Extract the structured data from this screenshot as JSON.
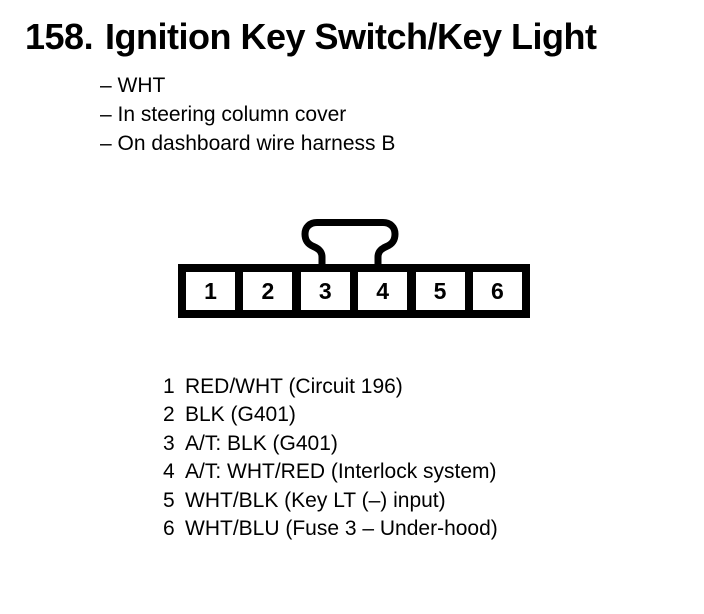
{
  "header": {
    "number": "158.",
    "title": "Ignition Key Switch/Key Light"
  },
  "details": [
    "– WHT",
    "– In steering column cover",
    "– On dashboard wire harness B"
  ],
  "connector": {
    "pins": [
      "1",
      "2",
      "3",
      "4",
      "5",
      "6"
    ]
  },
  "pin_list": [
    {
      "num": "1",
      "desc": "RED/WHT (Circuit 196)"
    },
    {
      "num": "2",
      "desc": "BLK (G401)"
    },
    {
      "num": "3",
      "desc": "A/T: BLK (G401)"
    },
    {
      "num": "4",
      "desc": "A/T: WHT/RED (Interlock system)"
    },
    {
      "num": "5",
      "desc": "WHT/BLK (Key LT (–) input)"
    },
    {
      "num": "6",
      "desc": "WHT/BLU (Fuse 3 – Under-hood)"
    }
  ],
  "colors": {
    "foreground": "#000000",
    "background": "#ffffff"
  }
}
